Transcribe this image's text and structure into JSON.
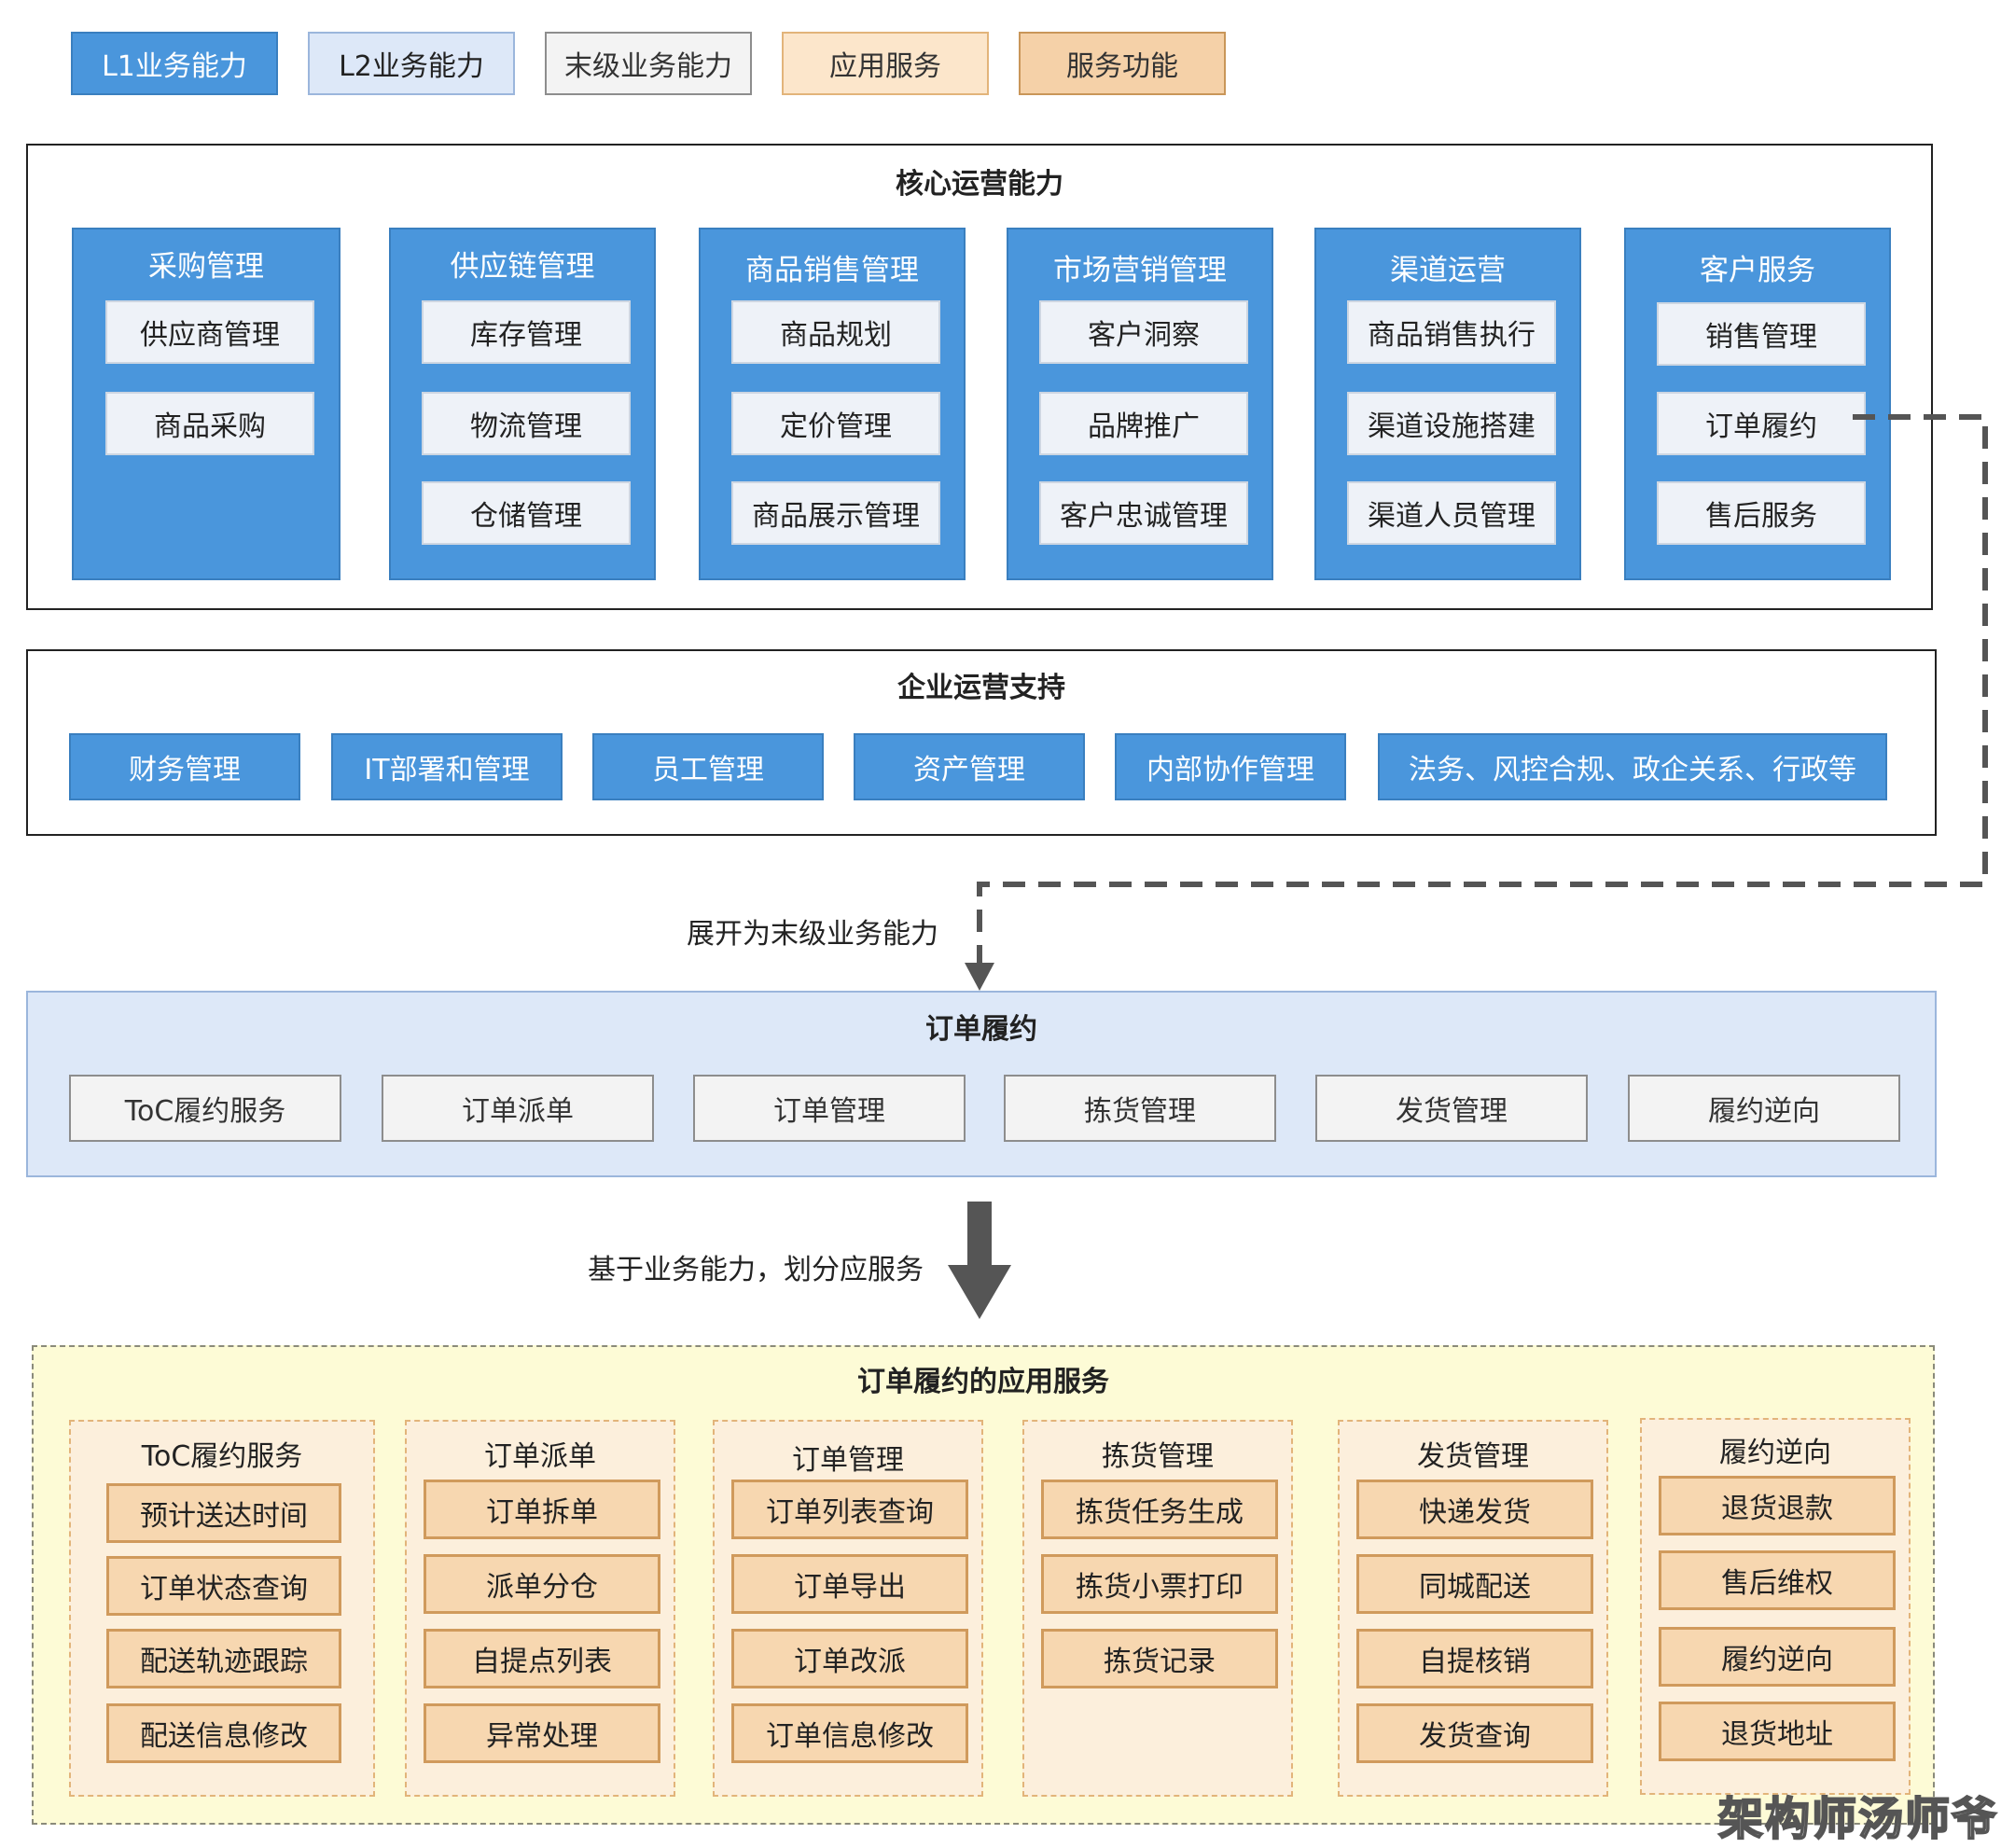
{
  "legend": [
    "L1业务能力",
    "L2业务能力",
    "末级业务能力",
    "应用服务",
    "服务功能"
  ],
  "core": {
    "title": "核心运营能力",
    "columns": [
      {
        "title": "采购管理",
        "items": [
          "供应商管理",
          "商品采购"
        ]
      },
      {
        "title": "供应链管理",
        "items": [
          "库存管理",
          "物流管理",
          "仓储管理"
        ]
      },
      {
        "title": "商品销售管理",
        "items": [
          "商品规划",
          "定价管理",
          "商品展示管理"
        ]
      },
      {
        "title": "市场营销管理",
        "items": [
          "客户洞察",
          "品牌推广",
          "客户忠诚管理"
        ]
      },
      {
        "title": "渠道运营",
        "items": [
          "商品销售执行",
          "渠道设施搭建",
          "渠道人员管理"
        ]
      },
      {
        "title": "客户服务",
        "items": [
          "销售管理",
          "订单履约",
          "售后服务"
        ]
      }
    ]
  },
  "support": {
    "title": "企业运营支持",
    "items": [
      "财务管理",
      "IT部署和管理",
      "员工管理",
      "资产管理",
      "内部协作管理",
      "法务、风控合规、政企关系、行政等"
    ]
  },
  "expand_label": "展开为末级业务能力",
  "fulfillment": {
    "title": "订单履约",
    "items": [
      "ToC履约服务",
      "订单派单",
      "订单管理",
      "拣货管理",
      "发货管理",
      "履约逆向"
    ]
  },
  "split_label": "基于业务能力，划分应服务",
  "apps": {
    "title": "订单履约的应用服务",
    "services": [
      {
        "title": "ToC履约服务",
        "functions": [
          "预计送达时间",
          "订单状态查询",
          "配送轨迹跟踪",
          "配送信息修改"
        ]
      },
      {
        "title": "订单派单",
        "functions": [
          "订单拆单",
          "派单分仓",
          "自提点列表",
          "异常处理"
        ]
      },
      {
        "title": "订单管理",
        "functions": [
          "订单列表查询",
          "订单导出",
          "订单改派",
          "订单信息修改"
        ]
      },
      {
        "title": "拣货管理",
        "functions": [
          "拣货任务生成",
          "拣货小票打印",
          "拣货记录"
        ]
      },
      {
        "title": "发货管理",
        "functions": [
          "快递发货",
          "同城配送",
          "自提核销",
          "发货查询"
        ]
      },
      {
        "title": "履约逆向",
        "functions": [
          "退货退款",
          "售后维权",
          "履约逆向",
          "退货地址"
        ]
      }
    ]
  },
  "watermark": "架构师汤师爷",
  "colors": {
    "l1": "#4a96dc",
    "l2": "#dde8f8",
    "leaf": "#f3f3f3",
    "app": "#fce6cb",
    "func": "#f5d1a8",
    "app_panel": "#fdfbd6"
  }
}
